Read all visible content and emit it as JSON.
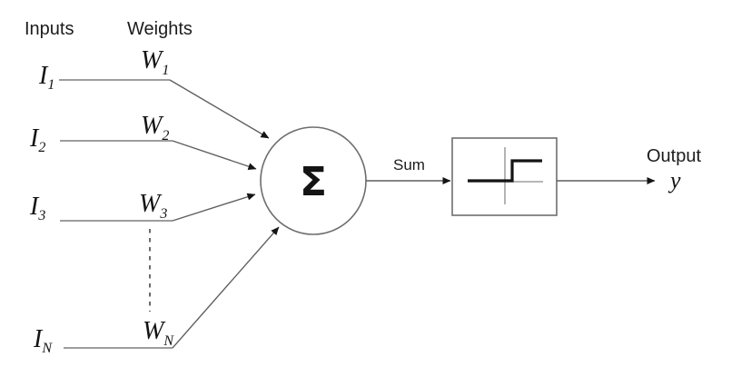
{
  "labels": {
    "inputs_header": "Inputs",
    "weights_header": "Weights",
    "sum_connector": "Sum",
    "output_header": "Output"
  },
  "rows": [
    {
      "input_base": "I",
      "input_sub": "1",
      "weight_base": "W",
      "weight_sub": "1"
    },
    {
      "input_base": "I",
      "input_sub": "2",
      "weight_base": "W",
      "weight_sub": "2"
    },
    {
      "input_base": "I",
      "input_sub": "3",
      "weight_base": "W",
      "weight_sub": "3"
    },
    {
      "input_base": "I",
      "input_sub": "N",
      "weight_base": "W",
      "weight_sub": "N"
    }
  ],
  "summation": {
    "symbol": "Σ"
  },
  "output_variable": "y",
  "icons": {
    "activation": "step-function"
  },
  "colors": {
    "background": "#ffffff",
    "ink": "#141414",
    "text": "#1c1c1c",
    "connector_line": "#7d7d7d",
    "arrow_line": "#5f5f5f",
    "box_stroke": "#6e6e6e"
  }
}
